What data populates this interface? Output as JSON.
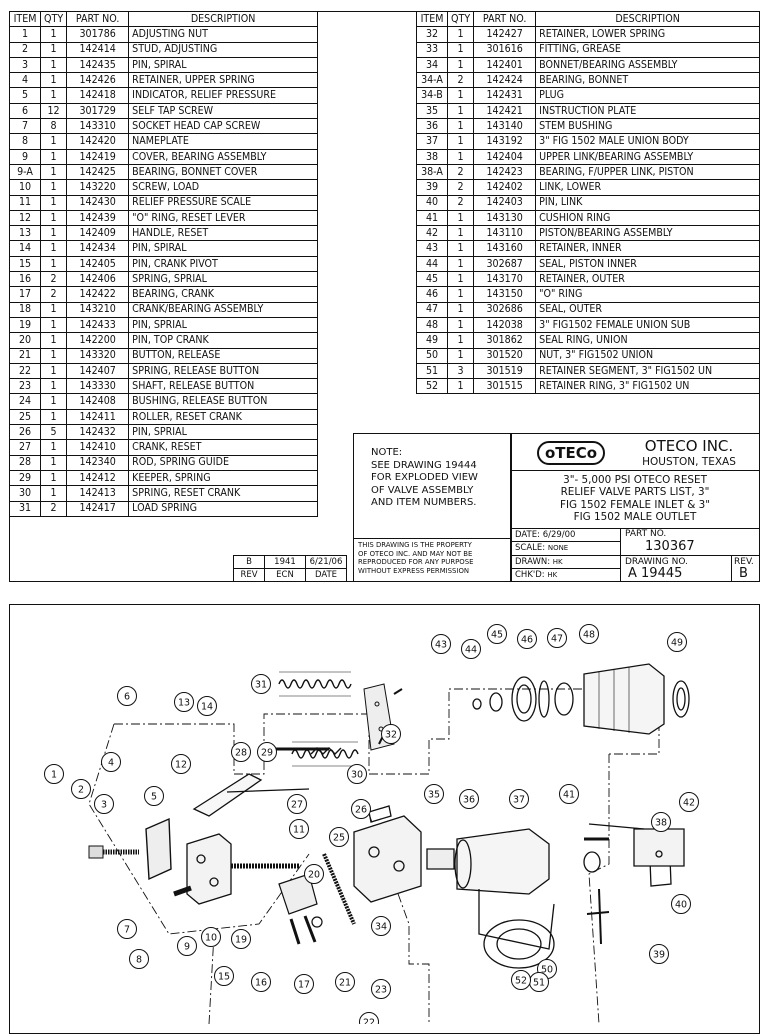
{
  "table_headers": {
    "item": "ITEM",
    "qty": "QTY",
    "part": "PART NO.",
    "desc": "DESCRIPTION"
  },
  "parts_left": [
    {
      "item": "1",
      "qty": "1",
      "part": "301786",
      "desc": "ADJUSTING NUT"
    },
    {
      "item": "2",
      "qty": "1",
      "part": "142414",
      "desc": "STUD, ADJUSTING"
    },
    {
      "item": "3",
      "qty": "1",
      "part": "142435",
      "desc": "PIN, SPIRAL"
    },
    {
      "item": "4",
      "qty": "1",
      "part": "142426",
      "desc": "RETAINER, UPPER SPRING"
    },
    {
      "item": "5",
      "qty": "1",
      "part": "142418",
      "desc": "INDICATOR, RELIEF PRESSURE"
    },
    {
      "item": "6",
      "qty": "12",
      "part": "301729",
      "desc": "SELF TAP SCREW"
    },
    {
      "item": "7",
      "qty": "8",
      "part": "143310",
      "desc": "SOCKET HEAD CAP SCREW"
    },
    {
      "item": "8",
      "qty": "1",
      "part": "142420",
      "desc": "NAMEPLATE"
    },
    {
      "item": "9",
      "qty": "1",
      "part": "142419",
      "desc": "COVER, BEARING ASSEMBLY"
    },
    {
      "item": "9-A",
      "qty": "1",
      "part": "142425",
      "desc": "BEARING, BONNET COVER"
    },
    {
      "item": "10",
      "qty": "1",
      "part": "143220",
      "desc": "SCREW, LOAD"
    },
    {
      "item": "11",
      "qty": "1",
      "part": "142430",
      "desc": "RELIEF PRESSURE SCALE"
    },
    {
      "item": "12",
      "qty": "1",
      "part": "142439",
      "desc": "\"O\" RING, RESET LEVER"
    },
    {
      "item": "13",
      "qty": "1",
      "part": "142409",
      "desc": "HANDLE, RESET"
    },
    {
      "item": "14",
      "qty": "1",
      "part": "142434",
      "desc": "PIN, SPIRAL"
    },
    {
      "item": "15",
      "qty": "1",
      "part": "142405",
      "desc": "PIN, CRANK PIVOT"
    },
    {
      "item": "16",
      "qty": "2",
      "part": "142406",
      "desc": "SPRING, SPRIAL"
    },
    {
      "item": "17",
      "qty": "2",
      "part": "142422",
      "desc": "BEARING, CRANK"
    },
    {
      "item": "18",
      "qty": "1",
      "part": "143210",
      "desc": "CRANK/BEARING ASSEMBLY"
    },
    {
      "item": "19",
      "qty": "1",
      "part": "142433",
      "desc": "PIN, SPRIAL"
    },
    {
      "item": "20",
      "qty": "1",
      "part": "142200",
      "desc": "PIN, TOP CRANK"
    },
    {
      "item": "21",
      "qty": "1",
      "part": "143320",
      "desc": "BUTTON, RELEASE"
    },
    {
      "item": "22",
      "qty": "1",
      "part": "142407",
      "desc": "SPRING, RELEASE BUTTON"
    },
    {
      "item": "23",
      "qty": "1",
      "part": "143330",
      "desc": "SHAFT, RELEASE BUTTON"
    },
    {
      "item": "24",
      "qty": "1",
      "part": "142408",
      "desc": "BUSHING, RELEASE BUTTON"
    },
    {
      "item": "25",
      "qty": "1",
      "part": "142411",
      "desc": "ROLLER, RESET CRANK"
    },
    {
      "item": "26",
      "qty": "5",
      "part": "142432",
      "desc": "PIN, SPRIAL"
    },
    {
      "item": "27",
      "qty": "1",
      "part": "142410",
      "desc": "CRANK, RESET"
    },
    {
      "item": "28",
      "qty": "1",
      "part": "142340",
      "desc": "ROD, SPRING GUIDE"
    },
    {
      "item": "29",
      "qty": "1",
      "part": "142412",
      "desc": "KEEPER, SPRING"
    },
    {
      "item": "30",
      "qty": "1",
      "part": "142413",
      "desc": "SPRING, RESET CRANK"
    },
    {
      "item": "31",
      "qty": "2",
      "part": "142417",
      "desc": "LOAD SPRING"
    }
  ],
  "parts_right": [
    {
      "item": "32",
      "qty": "1",
      "part": "142427",
      "desc": "RETAINER, LOWER SPRING"
    },
    {
      "item": "33",
      "qty": "1",
      "part": "301616",
      "desc": "FITTING, GREASE"
    },
    {
      "item": "34",
      "qty": "1",
      "part": "142401",
      "desc": "BONNET/BEARING ASSEMBLY"
    },
    {
      "item": "34-A",
      "qty": "2",
      "part": "142424",
      "desc": "BEARING, BONNET"
    },
    {
      "item": "34-B",
      "qty": "1",
      "part": "142431",
      "desc": "PLUG"
    },
    {
      "item": "35",
      "qty": "1",
      "part": "142421",
      "desc": "INSTRUCTION PLATE"
    },
    {
      "item": "36",
      "qty": "1",
      "part": "143140",
      "desc": "STEM BUSHING"
    },
    {
      "item": "37",
      "qty": "1",
      "part": "143192",
      "desc": "3\" FIG 1502 MALE UNION BODY"
    },
    {
      "item": "38",
      "qty": "1",
      "part": "142404",
      "desc": "UPPER LINK/BEARING ASSEMBLY"
    },
    {
      "item": "38-A",
      "qty": "2",
      "part": "142423",
      "desc": "BEARING, F/UPPER LINK, PISTON"
    },
    {
      "item": "39",
      "qty": "2",
      "part": "142402",
      "desc": "LINK, LOWER"
    },
    {
      "item": "40",
      "qty": "2",
      "part": "142403",
      "desc": "PIN, LINK"
    },
    {
      "item": "41",
      "qty": "1",
      "part": "143130",
      "desc": "CUSHION RING"
    },
    {
      "item": "42",
      "qty": "1",
      "part": "143110",
      "desc": "PISTON/BEARING ASSEMBLY"
    },
    {
      "item": "43",
      "qty": "1",
      "part": "143160",
      "desc": "RETAINER, INNER"
    },
    {
      "item": "44",
      "qty": "1",
      "part": "302687",
      "desc": "SEAL, PISTON INNER"
    },
    {
      "item": "45",
      "qty": "1",
      "part": "143170",
      "desc": "RETAINER, OUTER"
    },
    {
      "item": "46",
      "qty": "1",
      "part": "143150",
      "desc": "\"O\" RING"
    },
    {
      "item": "47",
      "qty": "1",
      "part": "302686",
      "desc": "SEAL, OUTER"
    },
    {
      "item": "48",
      "qty": "1",
      "part": "142038",
      "desc": "3\" FIG1502 FEMALE UNION SUB"
    },
    {
      "item": "49",
      "qty": "1",
      "part": "301862",
      "desc": "SEAL RING, UNION"
    },
    {
      "item": "50",
      "qty": "1",
      "part": "301520",
      "desc": "NUT, 3\" FIG1502 UNION"
    },
    {
      "item": "51",
      "qty": "3",
      "part": "301519",
      "desc": "RETAINER SEGMENT, 3\" FIG1502 UN"
    },
    {
      "item": "52",
      "qty": "1",
      "part": "301515",
      "desc": "RETAINER RING, 3\" FIG1502 UN"
    }
  ],
  "revision": {
    "rev": "B",
    "ecn": "1941",
    "date": "6/21/06",
    "h_rev": "REV",
    "h_ecn": "ECN",
    "h_date": "DATE"
  },
  "note": {
    "line1": "NOTE:",
    "line2": "SEE DRAWING 19444",
    "line3": "FOR EXPLODED VIEW",
    "line4": "OF VALVE ASSEMBLY",
    "line5": "AND ITEM NUMBERS."
  },
  "property_notice": {
    "l1": "THIS DRAWING IS THE PROPERTY",
    "l2": "OF OTECO INC. AND MAY NOT BE",
    "l3": "REPRODUCED FOR ANY PURPOSE",
    "l4": "WITHOUT EXPRESS PERMISSION"
  },
  "company": {
    "logo": "oTECo",
    "name": "OTECO INC.",
    "location": "HOUSTON, TEXAS"
  },
  "title": {
    "l1": "3\"- 5,000 PSI OTECO RESET",
    "l2": "RELIEF VALVE PARTS LIST, 3\"",
    "l3": "FIG 1502 FEMALE INLET & 3\"",
    "l4": "FIG 1502 MALE OUTLET"
  },
  "title_block": {
    "date_label": "DATE:",
    "date": "6/29/00",
    "scale_label": "SCALE:",
    "scale": "NONE",
    "drawn_label": "DRAWN:",
    "drawn": "HK",
    "chkd_label": "CHK'D:",
    "chkd": "HK",
    "part_label": "PART NO.",
    "part": "130367",
    "drawing_label": "DRAWING NO.",
    "drawing": "A 19445",
    "rev_label": "REV.",
    "rev": "B"
  },
  "balloons": [
    "1",
    "2",
    "3",
    "4",
    "5",
    "6",
    "7",
    "8",
    "9",
    "10",
    "11",
    "12",
    "13",
    "14",
    "15",
    "16",
    "17",
    "19",
    "20",
    "21",
    "22",
    "23",
    "25",
    "26",
    "27",
    "28",
    "29",
    "30",
    "31",
    "32",
    "34",
    "35",
    "36",
    "37",
    "38",
    "39",
    "40",
    "41",
    "42",
    "43",
    "44",
    "45",
    "46",
    "47",
    "48",
    "49",
    "50",
    "51",
    "52"
  ]
}
